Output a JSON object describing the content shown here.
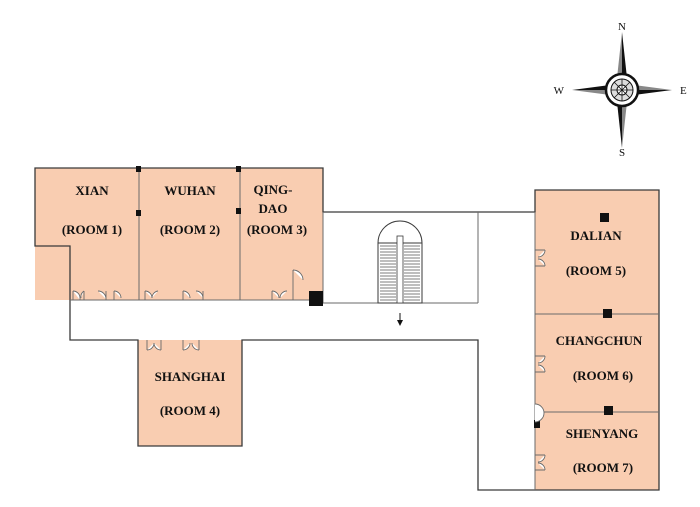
{
  "rooms": [
    {
      "name": "XIAN",
      "number": "(ROOM 1)"
    },
    {
      "name": "WUHAN",
      "number": "(ROOM 2)"
    },
    {
      "name_line1": "QING-",
      "name_line2": "DAO",
      "number": "(ROOM 3)"
    },
    {
      "name": "SHANGHAI",
      "number": "(ROOM 4)"
    },
    {
      "name": "DALIAN",
      "number": "(ROOM 5)"
    },
    {
      "name": "CHANGCHUN",
      "number": "(ROOM 6)"
    },
    {
      "name": "SHENYANG",
      "number": "(ROOM 7)"
    }
  ],
  "compass": {
    "north": "N",
    "south": "S",
    "east": "E",
    "west": "W"
  },
  "colors": {
    "room_fill": "#f9cdb1",
    "wall": "#3a3a3a",
    "pillar": "#111111"
  },
  "icons": [
    "compass-rose-icon",
    "staircase-icon",
    "down-arrow-icon",
    "door-icon"
  ]
}
